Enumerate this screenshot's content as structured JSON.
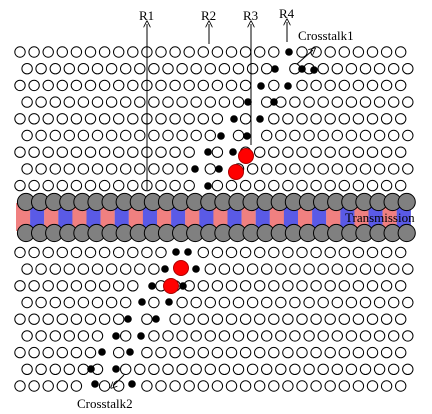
{
  "labels": {
    "r1": "R1",
    "r2": "R2",
    "r3": "R3",
    "r4": "R4",
    "crosstalk1": "Crosstalk1",
    "crosstalk2": "Crosstalk2",
    "transmission": "Transmission"
  },
  "colors": {
    "hole_stroke": "#000000",
    "defect_black": "#000000",
    "resonator_red": "#ff0000",
    "waveguide_gray": "#808080",
    "field_red": "#f08080",
    "field_blue": "#5a5ae6"
  }
}
